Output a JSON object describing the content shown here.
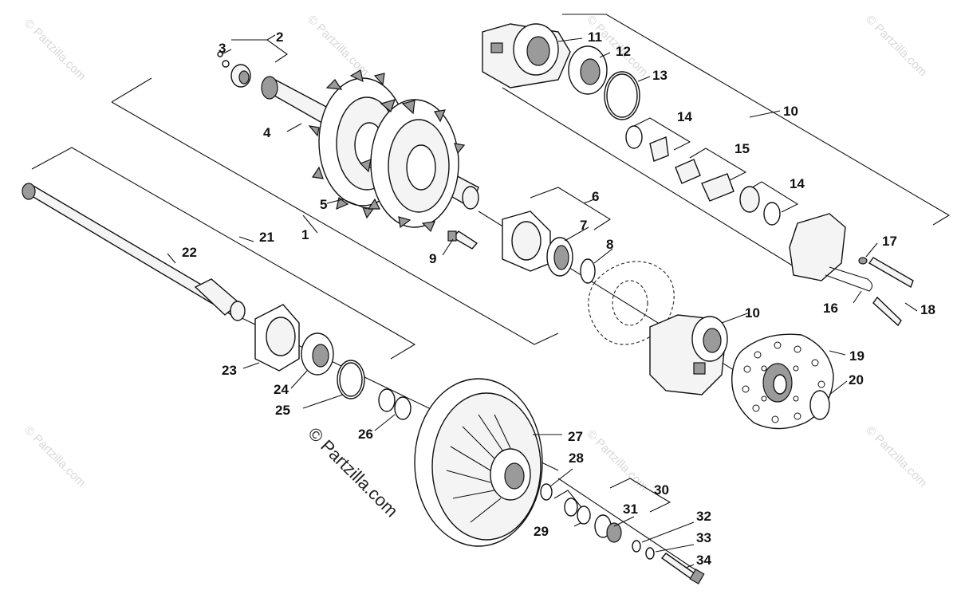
{
  "watermark": {
    "main": "© Partzilla.com",
    "tile": "© Partzilla.com"
  },
  "callouts": [
    {
      "id": "1",
      "label": "1"
    },
    {
      "id": "2",
      "label": "2"
    },
    {
      "id": "3",
      "label": "3"
    },
    {
      "id": "4",
      "label": "4"
    },
    {
      "id": "5",
      "label": "5"
    },
    {
      "id": "6",
      "label": "6"
    },
    {
      "id": "7",
      "label": "7"
    },
    {
      "id": "8",
      "label": "8"
    },
    {
      "id": "9",
      "label": "9"
    },
    {
      "id": "10a",
      "label": "10"
    },
    {
      "id": "10b",
      "label": "10"
    },
    {
      "id": "11",
      "label": "11"
    },
    {
      "id": "12",
      "label": "12"
    },
    {
      "id": "13",
      "label": "13"
    },
    {
      "id": "14a",
      "label": "14"
    },
    {
      "id": "14b",
      "label": "14"
    },
    {
      "id": "15",
      "label": "15"
    },
    {
      "id": "16",
      "label": "16"
    },
    {
      "id": "17",
      "label": "17"
    },
    {
      "id": "18",
      "label": "18"
    },
    {
      "id": "19",
      "label": "19"
    },
    {
      "id": "20",
      "label": "20"
    },
    {
      "id": "21",
      "label": "21"
    },
    {
      "id": "22",
      "label": "22"
    },
    {
      "id": "23",
      "label": "23"
    },
    {
      "id": "24",
      "label": "24"
    },
    {
      "id": "25",
      "label": "25"
    },
    {
      "id": "26",
      "label": "26"
    },
    {
      "id": "27",
      "label": "27"
    },
    {
      "id": "28",
      "label": "28"
    },
    {
      "id": "29",
      "label": "29"
    },
    {
      "id": "30",
      "label": "30"
    },
    {
      "id": "31",
      "label": "31"
    },
    {
      "id": "32",
      "label": "32"
    },
    {
      "id": "33",
      "label": "33"
    },
    {
      "id": "34",
      "label": "34"
    }
  ]
}
